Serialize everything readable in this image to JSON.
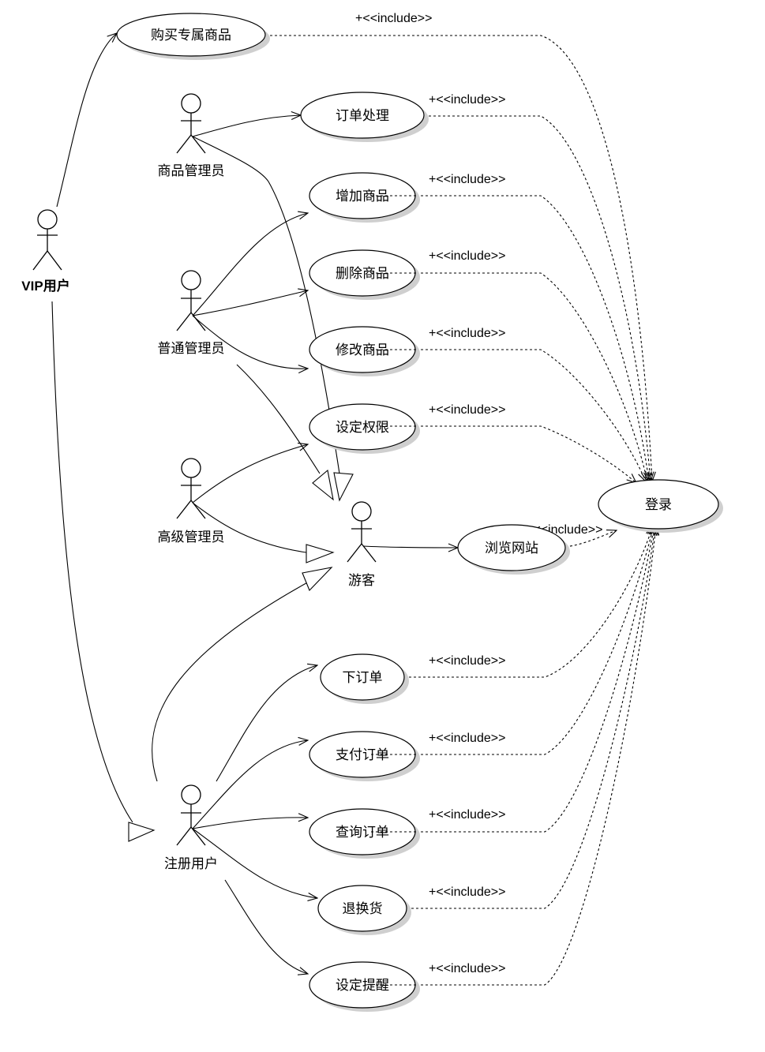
{
  "actors": {
    "vip": "VIP用户",
    "product_admin": "商品管理员",
    "regular_admin": "普通管理员",
    "senior_admin": "高级管理员",
    "guest": "游客",
    "registered": "注册用户"
  },
  "use_cases": {
    "buy_exclusive": "购买专属商品",
    "order_processing": "订单处理",
    "add_product": "增加商品",
    "delete_product": "删除商品",
    "modify_product": "修改商品",
    "set_permissions": "设定权限",
    "browse_site": "浏览网站",
    "login": "登录",
    "place_order": "下订单",
    "pay_order": "支付订单",
    "query_order": "查询订单",
    "return_exchange": "退换货",
    "set_reminder": "设定提醒"
  },
  "include_label": "+<<include>>"
}
